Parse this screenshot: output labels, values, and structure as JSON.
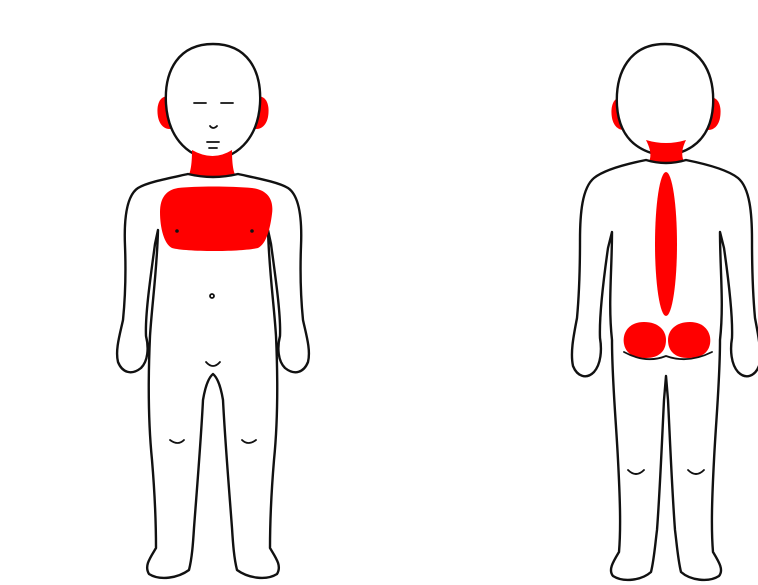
{
  "colors": {
    "background": "#ffffff",
    "outline": "#111111",
    "highlight": "#ff0000"
  },
  "figures": [
    {
      "view": "front",
      "highlighted_regions": [
        "left-ear",
        "right-ear",
        "neck-front",
        "chest"
      ]
    },
    {
      "view": "back",
      "highlighted_regions": [
        "left-ear",
        "right-ear",
        "neck-back",
        "spine",
        "left-buttock",
        "right-buttock"
      ]
    }
  ]
}
